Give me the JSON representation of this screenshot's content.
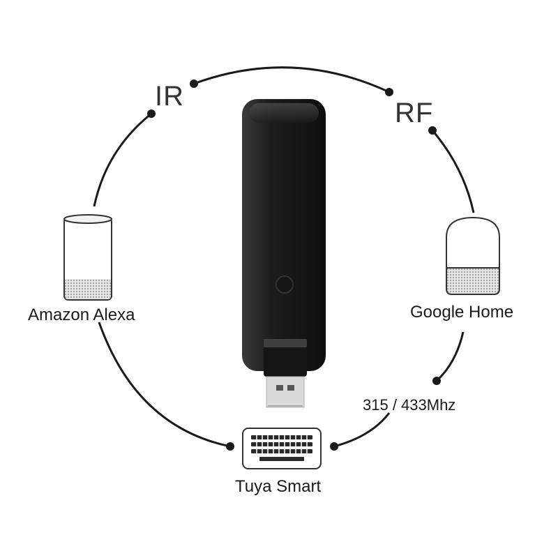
{
  "labels": {
    "ir": "IR",
    "rf": "RF",
    "alexa": "Amazon Alexa",
    "google": "Google Home",
    "frequency": "315 / 433Mhz",
    "tuya": "Tuya Smart"
  },
  "colors": {
    "line": "#1a1a1a",
    "device_body": "#1c1c1c",
    "wave_light": "#9fd6f0",
    "wave_dark": "#1e6fd6",
    "speaker_mesh": "#bdbdbd",
    "connector": "#d8d8d8"
  },
  "icons": [
    "echo-speaker-icon",
    "google-home-speaker-icon",
    "keyboard-icon",
    "sound-wave-icon",
    "usb-ir-rf-hub"
  ]
}
